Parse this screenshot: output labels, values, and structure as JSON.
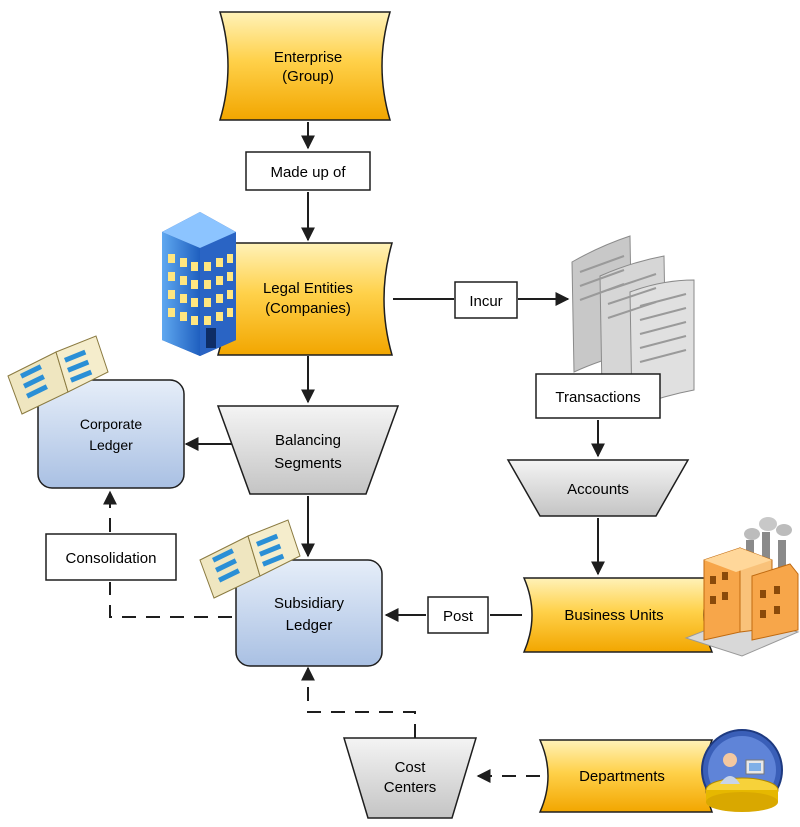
{
  "nodes": {
    "enterprise": {
      "line1": "Enterprise",
      "line2": "(Group)"
    },
    "made_up_of": {
      "label": "Made up of"
    },
    "legal_entities": {
      "line1": "Legal Entities",
      "line2": "(Companies)"
    },
    "incur": {
      "label": "Incur"
    },
    "transactions": {
      "label": "Transactions"
    },
    "balancing_segments": {
      "line1": "Balancing",
      "line2": "Segments"
    },
    "corporate_ledger": {
      "line1": "Corporate",
      "line2": "Ledger"
    },
    "accounts": {
      "label": "Accounts"
    },
    "consolidation": {
      "label": "Consolidation"
    },
    "subsidiary_ledger": {
      "line1": "Subsidiary",
      "line2": "Ledger"
    },
    "post": {
      "label": "Post"
    },
    "business_units": {
      "label": "Business Units"
    },
    "cost_centers": {
      "line1": "Cost",
      "line2": "Centers"
    },
    "departments": {
      "label": "Departments"
    }
  },
  "colors": {
    "gold_fill": "#f7b500",
    "gold_highlight": "#ffe89a",
    "blue_fill": "#c9d8ee",
    "gray_fill": "#dcdcdc",
    "line": "#1e1e1e"
  },
  "icons": [
    "office-building-icon",
    "ledger-book-icon",
    "transaction-receipts-icon",
    "factory-icon",
    "department-desk-icon"
  ]
}
